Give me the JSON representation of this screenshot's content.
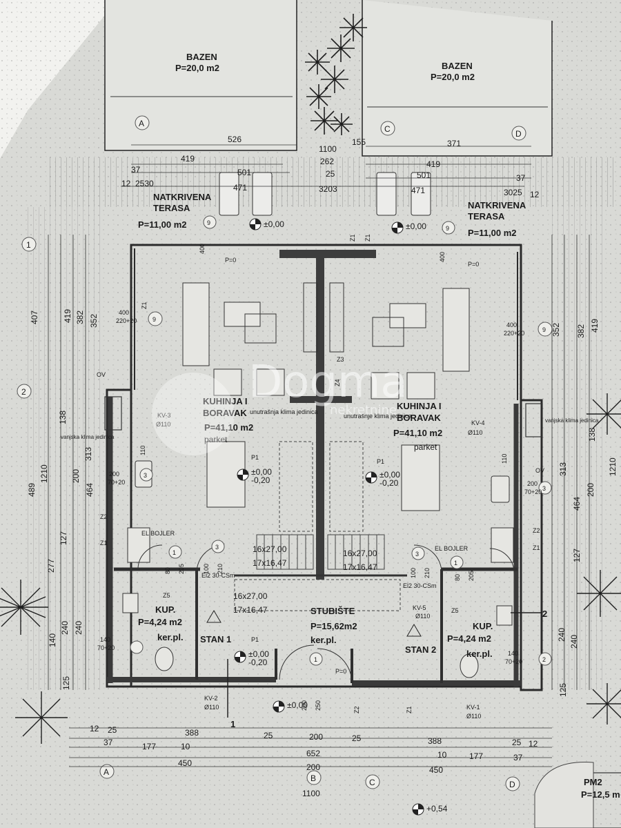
{
  "pools": {
    "left": {
      "name": "BAZEN",
      "area": "P=20,0 m2"
    },
    "right": {
      "name": "BAZEN",
      "area": "P=20,0 m2"
    }
  },
  "terraces": {
    "left": {
      "line1": "NATKRIVENA",
      "line2": "TERASA",
      "area": "P=11,00 m2"
    },
    "right": {
      "line1": "NATKRIVENA",
      "line2": "TERASA",
      "area": "P=11,00 m2"
    }
  },
  "rooms": {
    "living_left": {
      "l1": "KUHINJA I",
      "l2": "BORAVAK",
      "area": "P=41,10 m2",
      "floor": "parket"
    },
    "living_right": {
      "l1": "KUHINJA I",
      "l2": "BORAVAK",
      "area": "P=41,10 m2",
      "floor": "parket"
    },
    "bath_left": {
      "name": "KUP.",
      "area": "P=4,24 m2",
      "floor": "ker.pl."
    },
    "bath_right": {
      "name": "KUP.",
      "area": "P=4,24 m2",
      "floor": "ker.pl."
    },
    "stairs": {
      "name": "STUBIŠTE",
      "area": "P=15,62m2",
      "floor": "ker.pl."
    },
    "stan1": "STAN 1",
    "stan2": "STAN 2"
  },
  "parking": {
    "name": "PM2",
    "area": "P=12,5 m"
  },
  "axes": {
    "a": "A",
    "b": "B",
    "c": "C",
    "d": "D",
    "r1": "1",
    "r2": "2"
  },
  "labels": {
    "unit_left": "unutrašnja klima jedinica",
    "unit_right": "unutrašnje klima jedinica",
    "outdoor_left": "vanjska klima jedinica",
    "outdoor_right": "vanjska klima jedinica",
    "el_bojler": "EL BOJLER",
    "ov": "OV",
    "kv1": "KV-1",
    "kv2": "KV-2",
    "kv3": "KV-3",
    "kv4": "KV-4",
    "kv5": "KV-5",
    "d110": "Ø110",
    "el2": "El2 30-CSm",
    "stair1": "16x27,00",
    "stair2": "17x16,47",
    "p1": "P1",
    "p0": "P=0",
    "z1": "Z1",
    "z2": "Z2",
    "z3": "Z3",
    "z4": "Z4",
    "z5": "Z5",
    "lvl_000": "±0,00",
    "lvl_m020": "-0,20",
    "lvl_054": "+0,54",
    "sec1": "1",
    "sec2": "2"
  },
  "dims": {
    "d526": "526",
    "d371": "371",
    "d1100": "1100",
    "d155": "155",
    "d262": "262",
    "d419": "419",
    "d37": "37",
    "d501": "501",
    "d471": "471",
    "d25": "25",
    "d3203": "3203",
    "d12": "12",
    "d2530": "2530",
    "d3025": "3025",
    "d407": "407",
    "d382": "382",
    "d352": "352",
    "d138": "138",
    "d1210": "1210",
    "d313": "313",
    "d200": "200",
    "d464": "464",
    "d489": "489",
    "d127": "127",
    "d277": "277",
    "d240": "240",
    "d140": "140",
    "d125": "125",
    "d388": "388",
    "d177": "177",
    "d10": "10",
    "d450": "450",
    "d652": "652",
    "d400": "400",
    "d220_20": "220+20",
    "d70_20": "70+20",
    "d110": "110",
    "d80": "80",
    "d100": "100",
    "d205": "205",
    "d210": "210",
    "d250": "250",
    "d9": "9",
    "d3": "3"
  },
  "watermark": {
    "brand": "Dogma",
    "sub": "nekretnine"
  },
  "colors": {
    "paper": "#d9dad6",
    "ink": "#1b1b1b",
    "wall": "#3a3a3a"
  }
}
